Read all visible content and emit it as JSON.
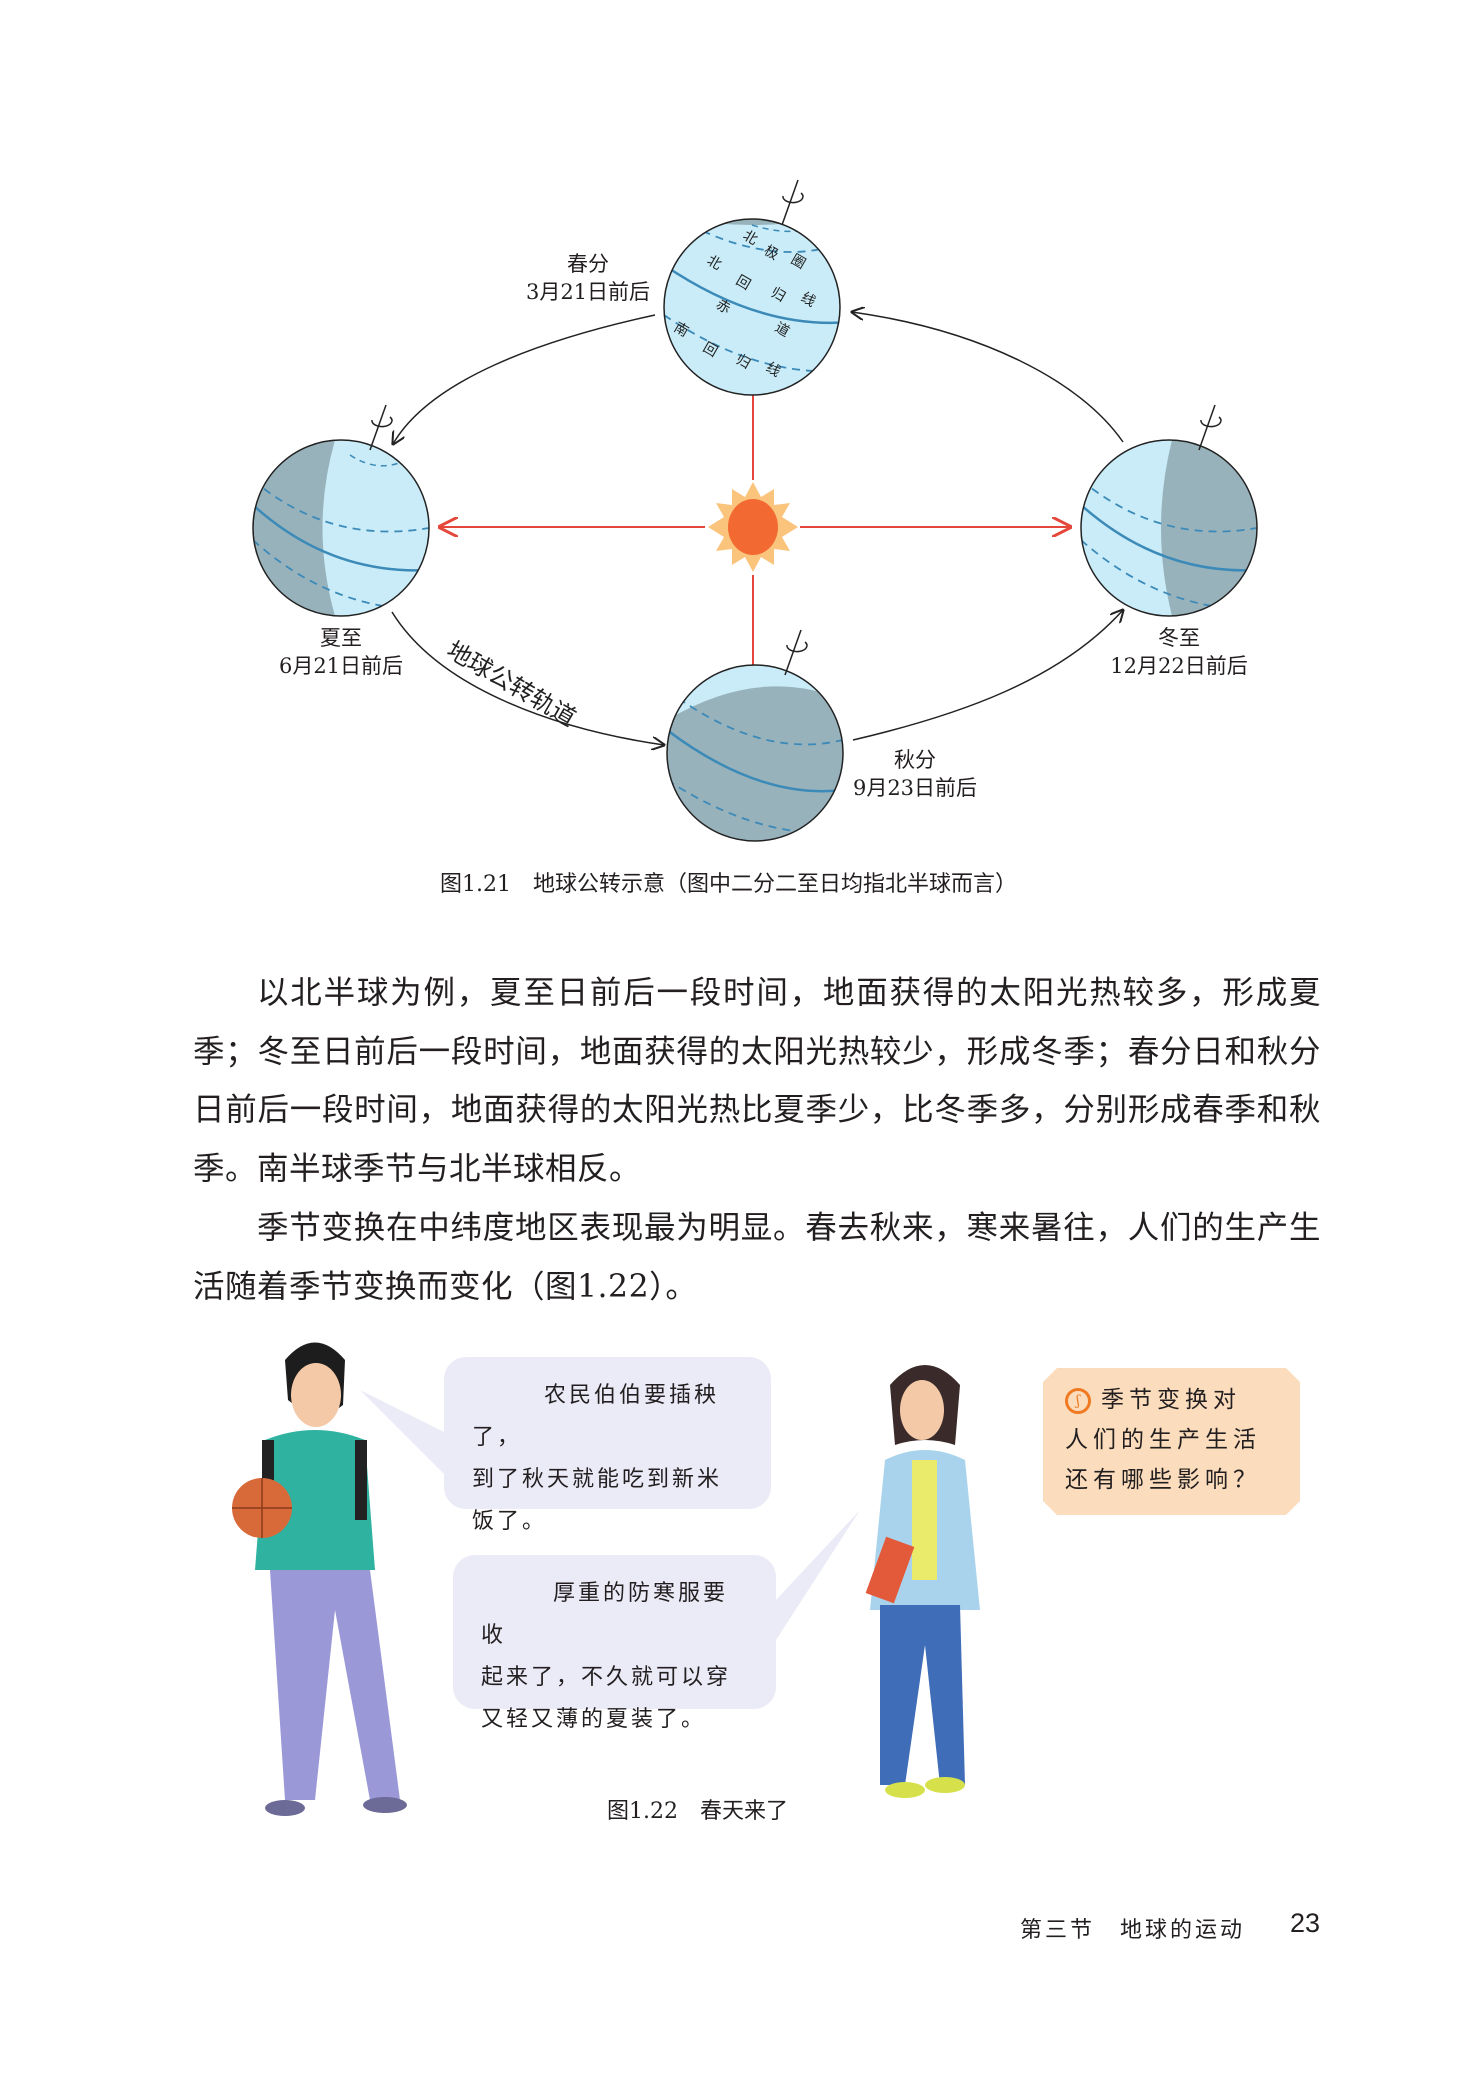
{
  "figure_1_21": {
    "globe_labels": {
      "north_polar_circle": [
        "北",
        "极",
        "圈"
      ],
      "tropic_of_cancer": [
        "北",
        "回",
        "归",
        "线"
      ],
      "equator": [
        "赤",
        "道"
      ],
      "tropic_of_capricorn": [
        "南",
        "回",
        "归",
        "线"
      ]
    },
    "positions": {
      "spring": {
        "name": "春分",
        "date": "3月21日前后"
      },
      "summer": {
        "name": "夏至",
        "date": "6月21日前后"
      },
      "autumn": {
        "name": "秋分",
        "date": "9月23日前后"
      },
      "winter": {
        "name": "冬至",
        "date": "12月22日前后"
      }
    },
    "orbit_label": "地球公转轨道",
    "caption_number": "图1.21",
    "caption_text": "地球公转示意（图中二分二至日均指北半球而言）"
  },
  "body": {
    "paragraph1": "以北半球为例，夏至日前后一段时间，地面获得的太阳光热较多，形成夏季；冬至日前后一段时间，地面获得的太阳光热较少，形成冬季；春分日和秋分日前后一段时间，地面获得的太阳光热比夏季少，比冬季多，分别形成春季和秋季。南半球季节与北半球相反。",
    "paragraph2": "季节变换在中纬度地区表现最为明显。春去秋来，寒来暑往，人们的生产生活随着季节变换而变化（图1.22）。"
  },
  "figure_1_22": {
    "bubble1": [
      "农民伯伯要插秧了，",
      "到了秋天就能吃到新米",
      "饭了。"
    ],
    "bubble2": [
      "厚重的防寒服要收",
      "起来了，不久就可以穿",
      "又轻又薄的夏装了。"
    ],
    "think_box": [
      "季节变换对",
      "人们的生产生活",
      "还有哪些影响？"
    ],
    "think_icon": "discussion-icon",
    "caption_number": "图1.22",
    "caption_text": "春天来了"
  },
  "footer": {
    "section": "第三节　地球的运动",
    "page_number": "23"
  },
  "colors": {
    "globe_light": "#c9ecf8",
    "globe_dark": "#98b2bc",
    "arrow_red": "#e5473a",
    "sun_core": "#f26a32",
    "sun_rays": "#fbc47d",
    "bubble": "#ebeaf7",
    "think_box": "#fbdcbc"
  }
}
